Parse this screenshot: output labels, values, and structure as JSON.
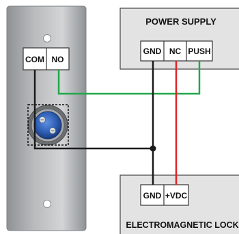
{
  "switch_plate": {
    "terminals": {
      "com": "COM",
      "no": "NO"
    },
    "colors": {
      "plate": "#b9bbbd",
      "plate_shade": "#8f9294",
      "button_cap": "#2e5fb5"
    },
    "icons": [
      "mounting-hole-icon",
      "push-button-icon"
    ]
  },
  "power_supply": {
    "title": "POWER SUPPLY",
    "terminals": {
      "gnd": "GND",
      "nc": "NC",
      "push": "PUSH"
    },
    "color": "#e3e3e3"
  },
  "lock": {
    "title": "ELECTROMAGNETIC LOCK",
    "terminals": {
      "gnd": "GND",
      "vdc": "+VDC"
    },
    "color": "#e3e3e3"
  },
  "wires": {
    "ground": "#1a1a1a",
    "positive": "#e02424",
    "signal": "#21a84a"
  }
}
